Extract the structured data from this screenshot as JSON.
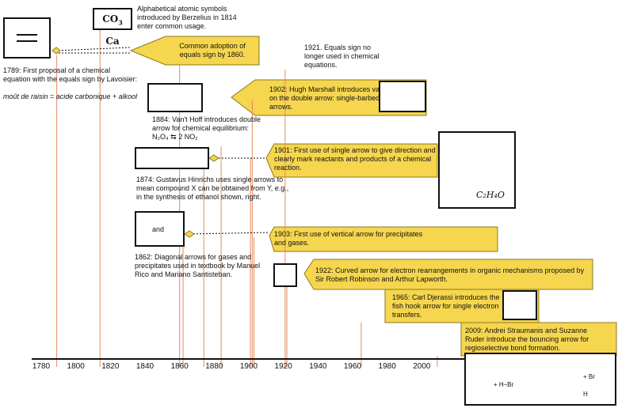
{
  "timeline": {
    "ticks": [
      "1780",
      "1800",
      "1820",
      "1840",
      "1860",
      "1880",
      "1900",
      "1920",
      "1940",
      "1960",
      "1980",
      "2000"
    ]
  },
  "events": {
    "lavoisier": {
      "text": "1789: First proposal of a chemical equation with the equals sign by Lavoisier:",
      "example": "moût de raisin = acide carbonique + alkool"
    },
    "berzelius": {
      "symbols": "CO",
      "sub": "3",
      "symbols2": " Ca",
      "text": "Alphabetical atomic symbols introduced by Berzelius in 1814 enter common usage."
    },
    "equals1860": {
      "text": "Common adoption of equals sign by 1860."
    },
    "equals1921": {
      "text": "1921. Equals sign no longer used in chemical equations."
    },
    "marshall": {
      "text": "1902: Hugh Marshall introduces variation on the double arrow: single-barbed double arrows."
    },
    "vanthoff": {
      "text": "1884: Van't Hoff introduces double arrow for chemical equilibrium:",
      "formula": "N₂O₄ ⇆    2 NO₂"
    },
    "hinrichs": {
      "text": "1874: Gustavus Hinrichs uses single arrows to mean compound X can be obtained from Y, e.g., in the synthesis of ethanol shown, right."
    },
    "single1901": {
      "text": "1901: First use of single arrow to give direction and clearly mark reactants and products of a chemical reaction."
    },
    "diagonal": {
      "and_label": "and",
      "text": "1862: Diagonal arrows for gases and precipitates used in textbook by Manuel Rico and Mariano Santisteban."
    },
    "vertical1903": {
      "text": "1903: First use of vertical arrow for precipitates and gases."
    },
    "curved1922": {
      "text": "1922: Curved arrow for electron rearrangements in organic mechanisms proposed by Sir Robert Robinson and Arthur Lapworth."
    },
    "djerassi": {
      "text": "1965: Carl Djerassi introduces the fish hook arrow for single electron transfers."
    },
    "straumanis": {
      "text": "2009: Andrei Straumanis and Suzanne Ruder introduce the bouncing arrow for regioselective bond formation."
    },
    "ethanol_sketch": {
      "formula": "C₂H₄O"
    },
    "reaction": {
      "reagent": "+ H–Br",
      "product_plus": "+ Br",
      "h_label": "H"
    }
  },
  "colors": {
    "callout": "#f5d64e",
    "callout_border": "#8a7a20",
    "vline": "#e58a5c",
    "axis": "#111111"
  }
}
